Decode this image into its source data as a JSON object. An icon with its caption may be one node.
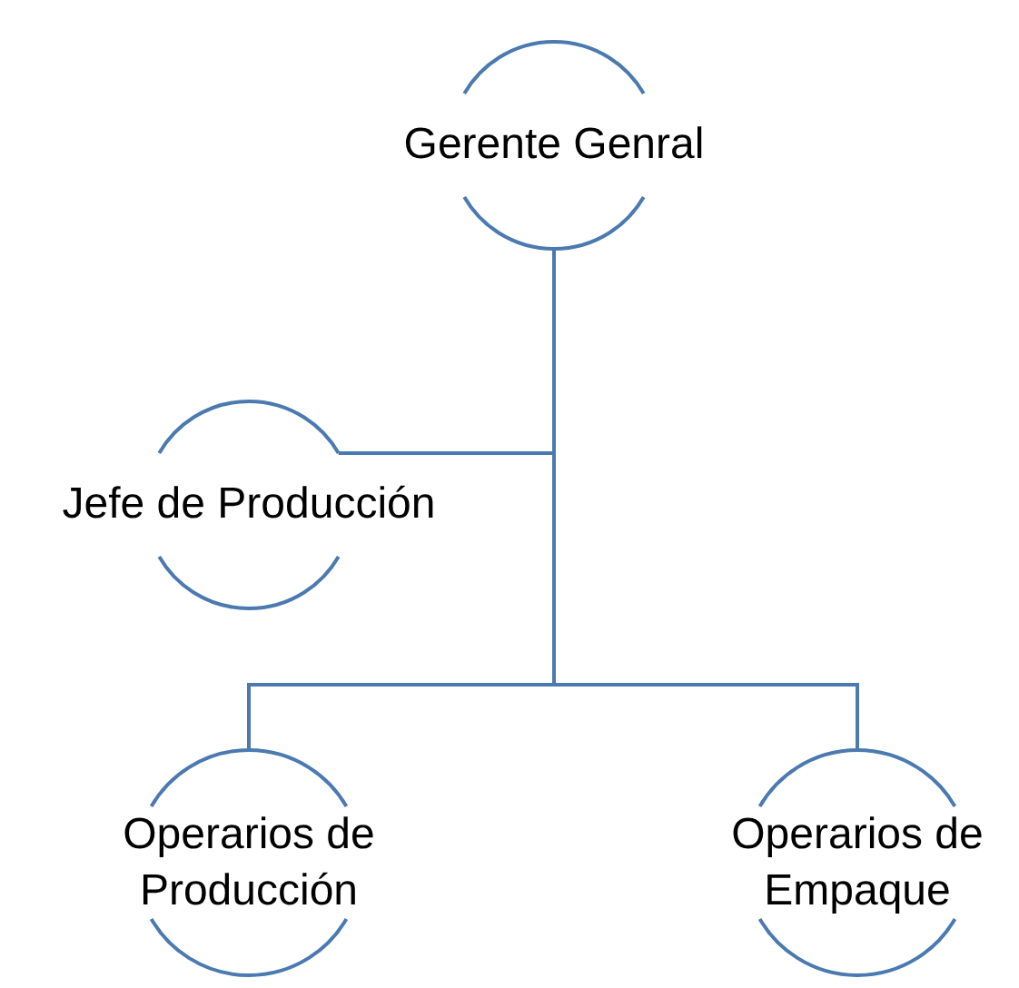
{
  "diagram": {
    "nodes": [
      {
        "text": [
          "Gerente Genral"
        ]
      },
      {
        "text": [
          "Jefe de Producción"
        ]
      },
      {
        "text": [
          "Operarios de Producción"
        ]
      },
      {
        "text": [
          "Operarios de Empaque"
        ]
      }
    ],
    "edges": [
      {
        "from": 0,
        "to": 1,
        "arrow": "none"
      },
      {
        "from": 0,
        "to": 2,
        "arrow": "none"
      },
      {
        "from": 0,
        "to": 3,
        "arrow": "none"
      }
    ]
  }
}
